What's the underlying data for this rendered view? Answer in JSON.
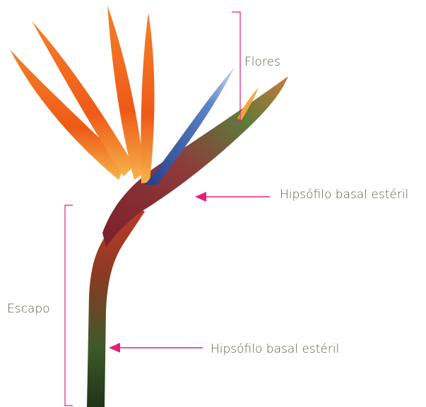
{
  "labels": {
    "flores": "Flores",
    "hipsofilo_top": "Hipsófilo basal estéril",
    "escapo": "Escapo",
    "hipsofilo_bottom": "Hipsófilo basal estéril"
  },
  "colors": {
    "accent": "#e0207a",
    "text": "#5a5a46",
    "petal_orange": "#f06a1e",
    "petal_blue": "#3f67b4",
    "spathe_red": "#8e2a2a",
    "stem_green": "#2f4a22"
  }
}
